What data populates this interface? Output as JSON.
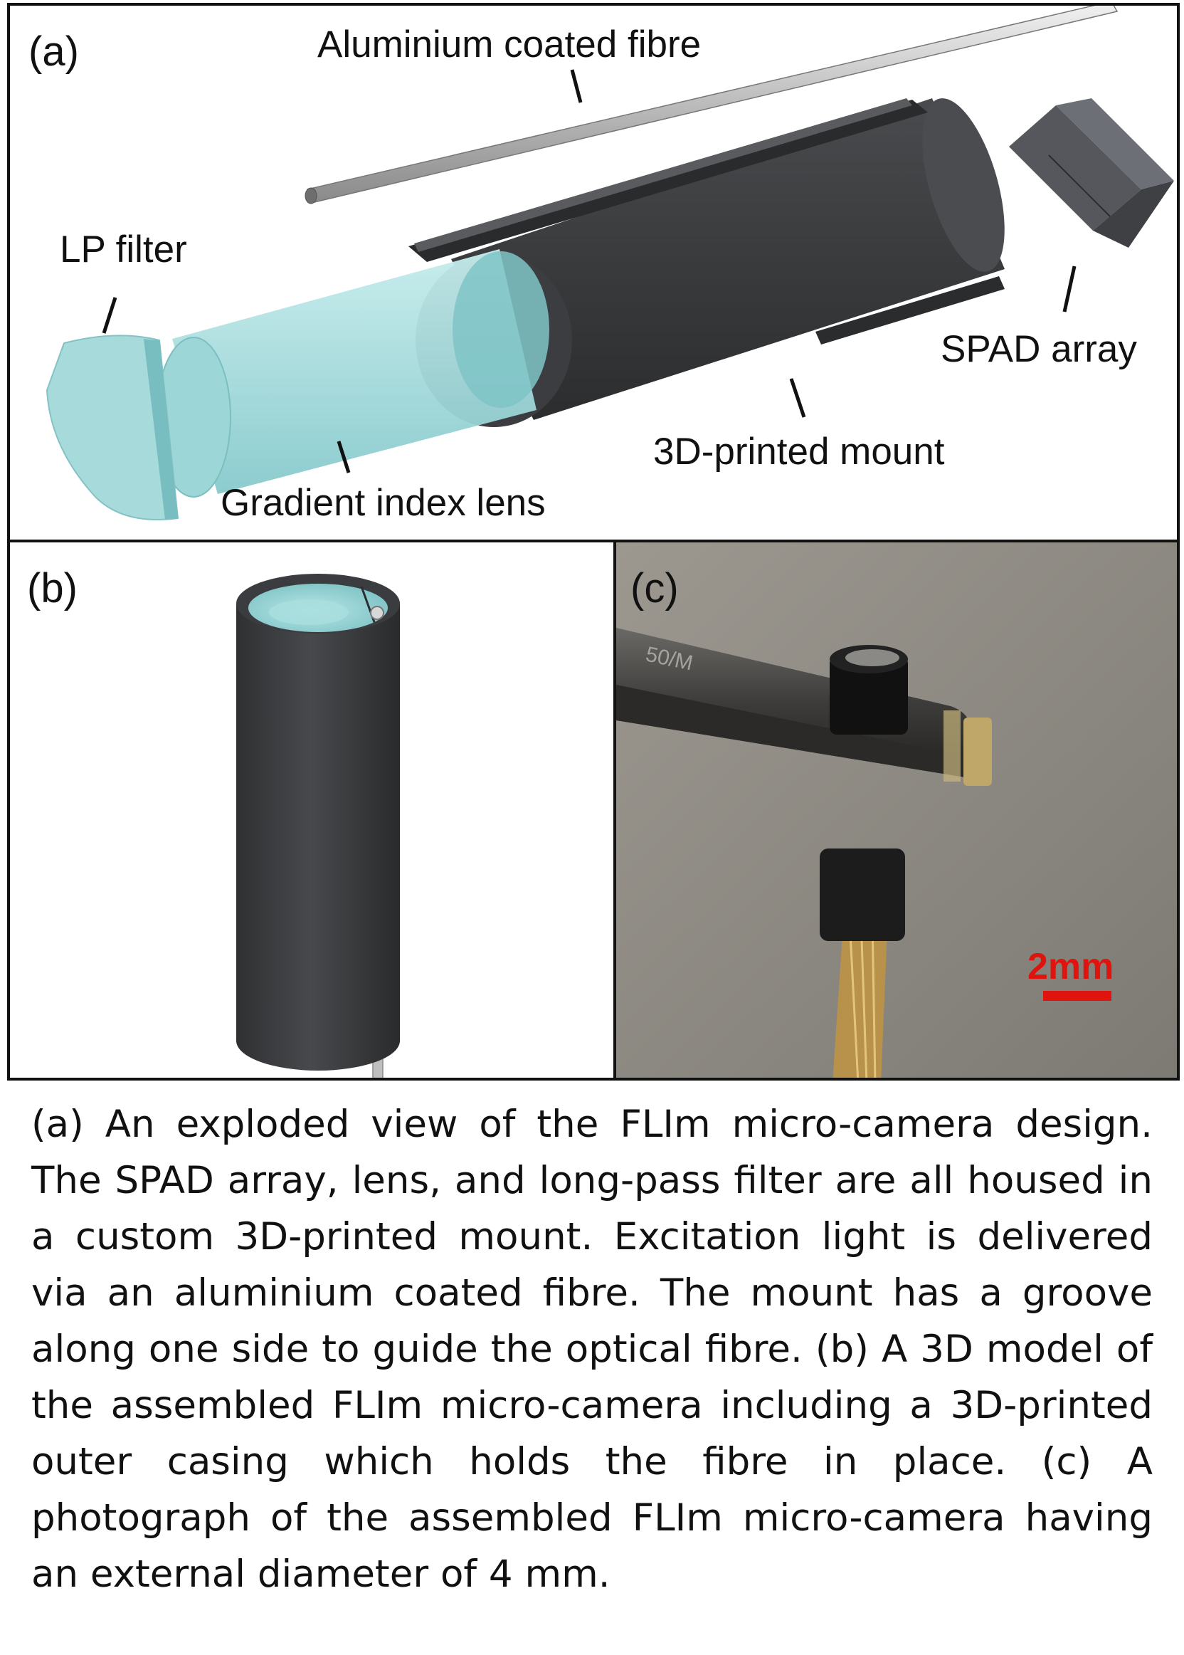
{
  "panels": {
    "a": {
      "label": "(a)",
      "callouts": {
        "fibre": "Aluminium coated fibre",
        "filter": "LP filter",
        "spad": "SPAD array",
        "mount": "3D-printed mount",
        "lens": "Gradient index lens"
      }
    },
    "b": {
      "label": "(b)"
    },
    "c": {
      "label": "(c)",
      "scale_bar": "2mm"
    }
  },
  "caption": "(a) An exploded view of the FLIm micro-camera design. The SPAD array, lens, and long-pass filter are all housed in a custom 3D-printed mount. Excitation light is delivered via an aluminium coated fibre. The mount has a groove along one side to guide the optical fibre. (b) A 3D model of the assembled FLIm micro-camera including a 3D-printed outer casing which holds the fibre in place. (c) A photograph of the assembled FLIm micro-camera having an external diameter of 4 mm.",
  "colors": {
    "mount": "#3a3b3d",
    "lens": "#a8dfe0",
    "scale_bar": "#e0140f"
  }
}
